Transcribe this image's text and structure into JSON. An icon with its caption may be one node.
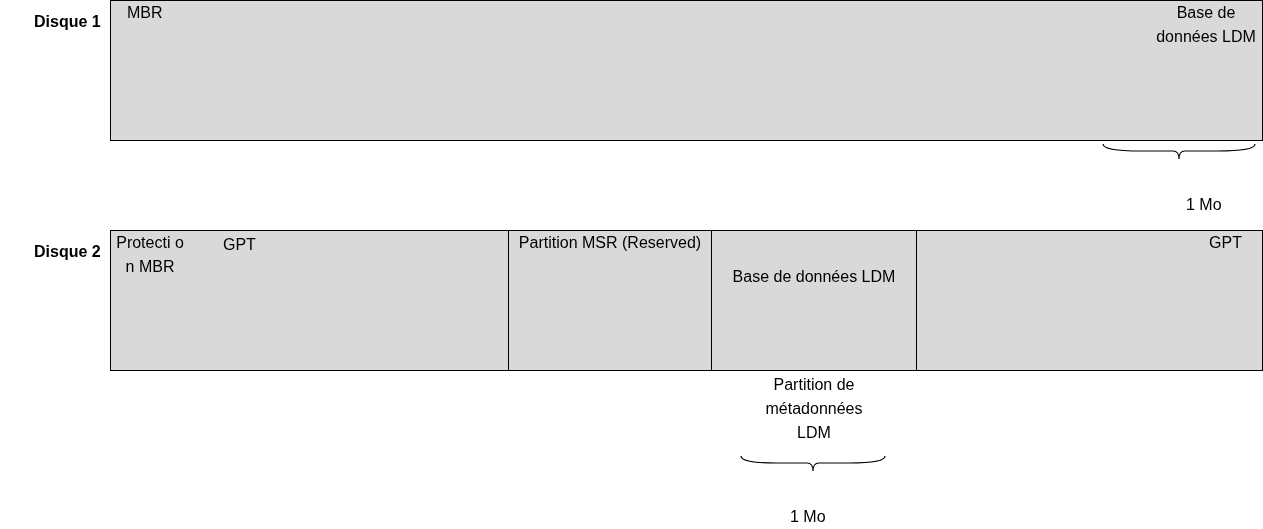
{
  "diagram": {
    "nodes": [
      {
        "text": [
          "Disque 1",
          "MBR",
          "Base de données LDM"
        ]
      },
      {
        "text": [
          "Disque 2"
        ]
      },
      {
        "text": [
          "Protecti on MBR",
          "GPT"
        ],
        "in": 1
      },
      {
        "text": [
          "Partition MSR (Reserved)"
        ],
        "in": 1
      },
      {
        "text": [
          "Base de données LDM"
        ],
        "in": 1,
        "beside": [
          "Partition de métadonnées LDM"
        ]
      },
      {
        "text": [
          "GPT"
        ],
        "in": 1
      }
    ],
    "edges": [],
    "labels": [
      "1 Mo",
      "1 Mo"
    ]
  }
}
